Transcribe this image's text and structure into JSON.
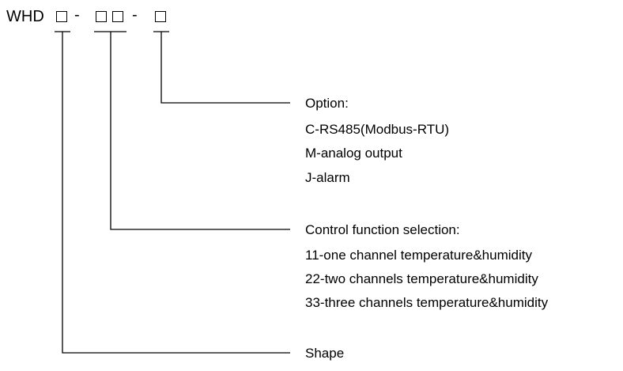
{
  "model_code": {
    "prefix": "WHD",
    "dash": "-"
  },
  "branches": {
    "option": {
      "heading": "Option:",
      "items": [
        "C-RS485(Modbus-RTU)",
        "M-analog output",
        "J-alarm"
      ]
    },
    "control_function": {
      "heading": "Control function selection:",
      "items": [
        "11-one channel temperature&humidity",
        "22-two channels temperature&humidity",
        "33-three channels temperature&humidity"
      ]
    },
    "shape": {
      "heading": "Shape"
    }
  }
}
